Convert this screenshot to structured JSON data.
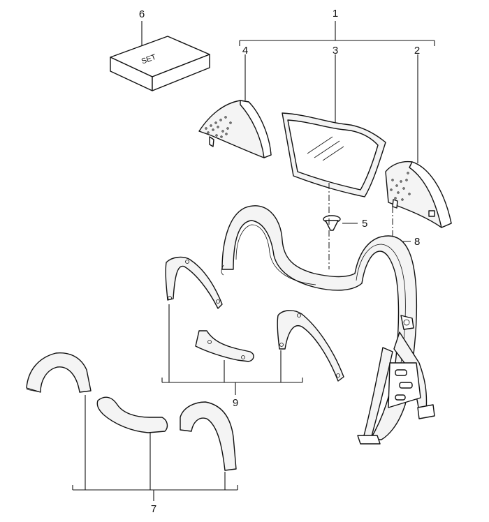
{
  "callouts": {
    "c1": "1",
    "c2": "2",
    "c3": "3",
    "c4": "4",
    "c5": "5",
    "c6": "6",
    "c7": "7",
    "c8": "8",
    "c9": "9"
  },
  "set_box_label": "SET"
}
